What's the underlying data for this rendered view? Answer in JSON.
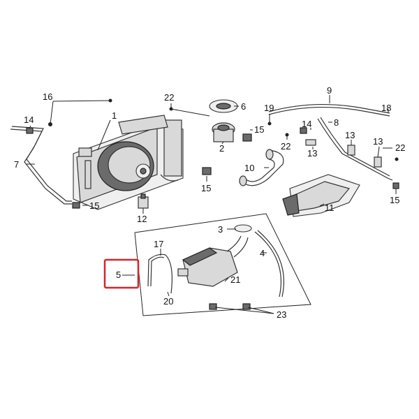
{
  "diagram": {
    "callouts": {
      "c1": "1",
      "c2": "2",
      "c3": "3",
      "c4": "4",
      "c5": "5",
      "c6": "6",
      "c7": "7",
      "c8": "8",
      "c9": "9",
      "c10": "10",
      "c11": "11",
      "c12": "12",
      "c13a": "13",
      "c13b": "13",
      "c13c": "13",
      "c14a": "14",
      "c14b": "14",
      "c15a": "15",
      "c15b": "15",
      "c15c": "15",
      "c15d": "15",
      "c16": "16",
      "c17": "17",
      "c18": "18",
      "c19": "19",
      "c20": "20",
      "c21": "21",
      "c22a": "22",
      "c22b": "22",
      "c22c": "22",
      "c23": "23"
    },
    "highlight_color": "#d8232a"
  }
}
